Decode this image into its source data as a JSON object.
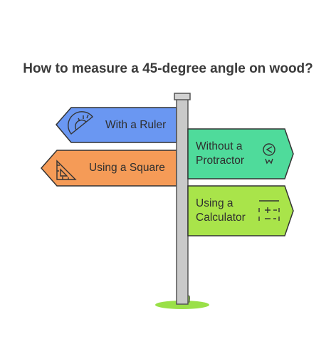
{
  "title": "How to measure a 45-degree angle on wood?",
  "signs": [
    {
      "lines": [
        "With a Ruler"
      ],
      "color": "#6a97f2",
      "icon": "protractor-icon"
    },
    {
      "lines": [
        "Using a Square"
      ],
      "color": "#f59b57",
      "icon": "set-square-icon"
    },
    {
      "lines": [
        "Without a",
        "Protractor"
      ],
      "color": "#4fdb9b",
      "icon": "compass-icon"
    },
    {
      "lines": [
        "Using a",
        "Calculator"
      ],
      "color": "#a9e44a",
      "icon": "calculator-icon"
    }
  ],
  "colors": {
    "post": "#c9c9c9",
    "post_stroke": "#555555",
    "grass": "#8fdc3a",
    "sign_stroke": "#333333"
  }
}
